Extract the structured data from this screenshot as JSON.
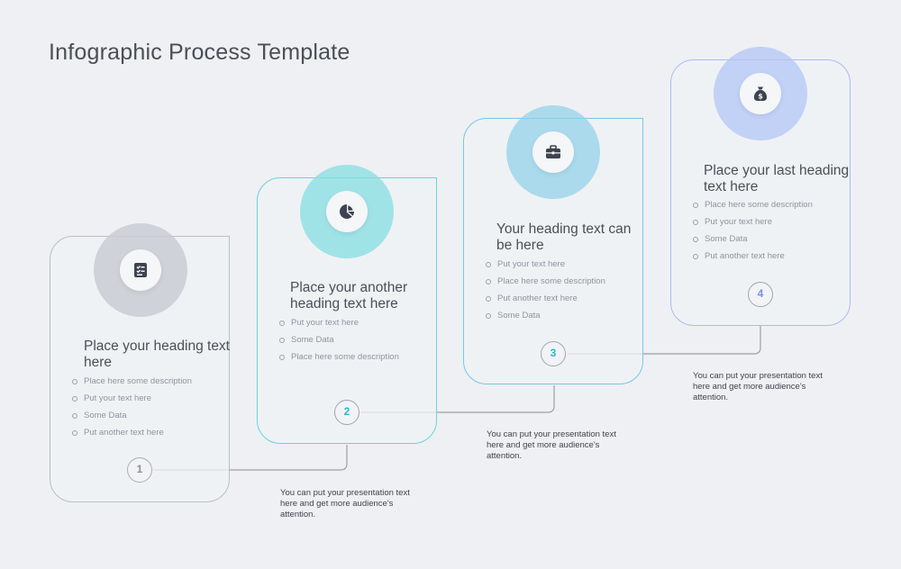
{
  "title": "Infographic Process Template",
  "colors": {
    "step1": "#c8ccd3",
    "step2": "#5fd3db",
    "step3": "#7ec8e8",
    "step4": "#a9bff4"
  },
  "steps": [
    {
      "number": "1",
      "icon": "checklist-icon",
      "heading": "Place your heading text here",
      "bullets": [
        "Place here some description",
        "Put your text here",
        "Some Data",
        "Put another text here"
      ],
      "description": "You can put your presentation text here and get more audience's attention."
    },
    {
      "number": "2",
      "icon": "pie-chart-icon",
      "heading": "Place your another heading text here",
      "bullets": [
        "Put your text here",
        "Some Data",
        "Place here some description"
      ],
      "description": "You can put your presentation text here and get more audience's attention."
    },
    {
      "number": "3",
      "icon": "briefcase-icon",
      "heading": "Your heading text can be here",
      "bullets": [
        "Put your text here",
        "Place here some description",
        "Put another text here",
        "Some Data"
      ],
      "description": "You can put your presentation text here and get more audience's attention."
    },
    {
      "number": "4",
      "icon": "money-bag-icon",
      "heading": "Place your last heading text here",
      "bullets": [
        "Place here some description",
        "Put your text here",
        "Some Data",
        "Put another text here"
      ],
      "description": "You can put your presentation text here and get more audience's attention."
    }
  ]
}
